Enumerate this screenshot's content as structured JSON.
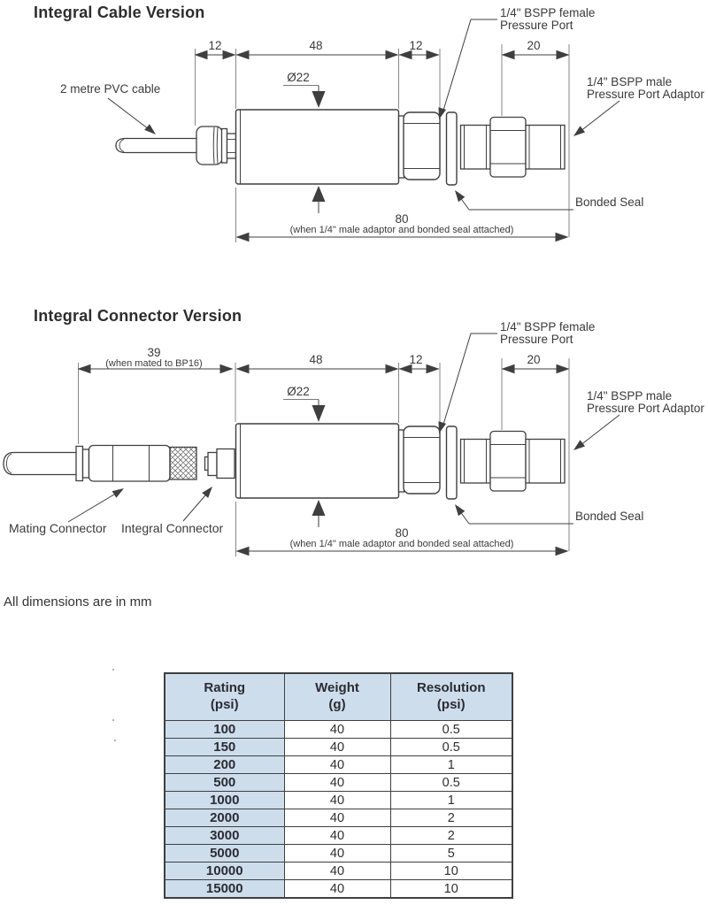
{
  "note": "All dimensions are in mm",
  "colors": {
    "line": "#3f3f3f",
    "text": "#3a3a3a",
    "table_border": "#3f3f3f",
    "table_blue": "#cdddec"
  },
  "diagram1": {
    "title": "Integral Cable Version",
    "cable_label": "2 metre PVC cable",
    "dims": {
      "left12": "12",
      "main48": "48",
      "right12": "12",
      "adaptor20": "20",
      "diameter": "Ø22",
      "overall": "80",
      "overall_note": "(when 1/4\" male adaptor and bonded seal attached)"
    },
    "labels": {
      "female_port_line1": "1/4\" BSPP female",
      "female_port_line2": "Pressure Port",
      "male_adaptor_line1": "1/4\" BSPP male",
      "male_adaptor_line2": "Pressure Port Adaptor",
      "bonded_seal": "Bonded Seal"
    }
  },
  "diagram2": {
    "title": "Integral Connector Version",
    "dims": {
      "mated39": "39",
      "mated_note": "(when mated to BP16)",
      "main48": "48",
      "right12": "12",
      "adaptor20": "20",
      "diameter": "Ø22",
      "overall": "80",
      "overall_note": "(when 1/4\" male adaptor and bonded seal attached)"
    },
    "labels": {
      "mating_connector": "Mating Connector",
      "integral_connector": "Integral Connector",
      "female_port_line1": "1/4\" BSPP female",
      "female_port_line2": "Pressure Port",
      "male_adaptor_line1": "1/4\" BSPP male",
      "male_adaptor_line2": "Pressure Port Adaptor",
      "bonded_seal": "Bonded Seal"
    }
  },
  "table": {
    "headers": [
      {
        "line1": "Rating",
        "line2": "(psi)"
      },
      {
        "line1": "Weight",
        "line2": "(g)"
      },
      {
        "line1": "Resolution",
        "line2": "(psi)"
      }
    ],
    "rows": [
      {
        "rating": "100",
        "weight": "40",
        "resolution": "0.5"
      },
      {
        "rating": "150",
        "weight": "40",
        "resolution": "0.5"
      },
      {
        "rating": "200",
        "weight": "40",
        "resolution": "1"
      },
      {
        "rating": "500",
        "weight": "40",
        "resolution": "0.5"
      },
      {
        "rating": "1000",
        "weight": "40",
        "resolution": "1"
      },
      {
        "rating": "2000",
        "weight": "40",
        "resolution": "2"
      },
      {
        "rating": "3000",
        "weight": "40",
        "resolution": "2"
      },
      {
        "rating": "5000",
        "weight": "40",
        "resolution": "5"
      },
      {
        "rating": "10000",
        "weight": "40",
        "resolution": "10"
      },
      {
        "rating": "15000",
        "weight": "40",
        "resolution": "10"
      }
    ]
  }
}
